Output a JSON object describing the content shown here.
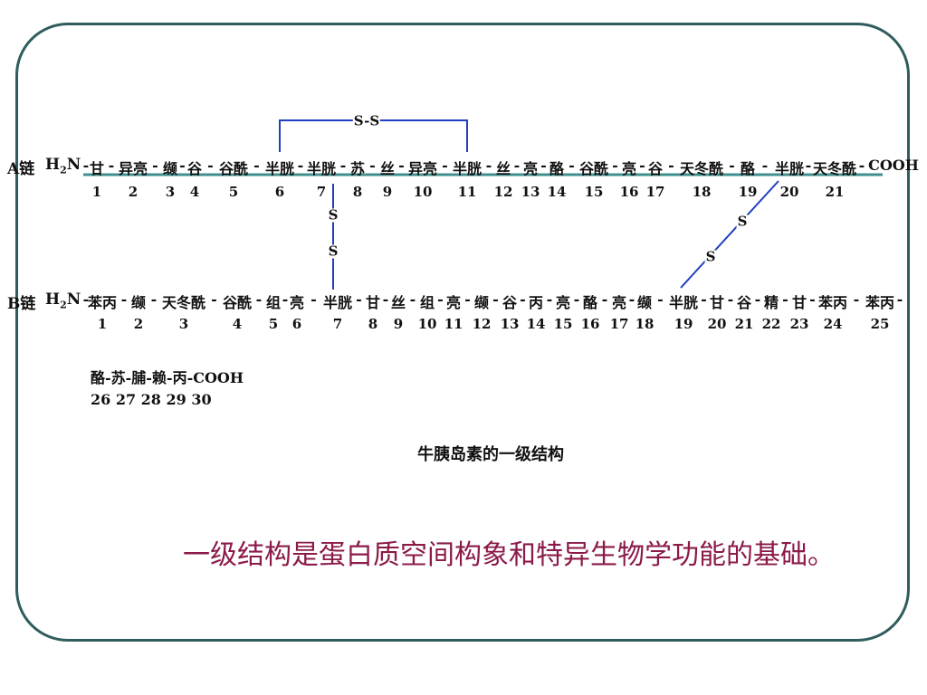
{
  "chainA": {
    "label": "A链",
    "n_term": "H",
    "n_term_sub": "2",
    "n_term_end": "N",
    "residues": [
      "甘",
      "异亮",
      "缬",
      "谷",
      "谷酰",
      "半胱",
      "半胱",
      "苏",
      "丝",
      "异亮",
      "半胱",
      "丝",
      "亮",
      "酪",
      "谷酰",
      "亮",
      "谷",
      "天冬酰",
      "酪",
      "半胱",
      "天冬酰"
    ],
    "c_term": "COOH",
    "numbers": [
      "1",
      "2",
      "3",
      "4",
      "5",
      "6",
      "7",
      "8",
      "9",
      "10",
      "11",
      "12",
      "13",
      "14",
      "15",
      "16",
      "17",
      "18",
      "19",
      "20",
      "21"
    ]
  },
  "chainB": {
    "label": "B链",
    "n_term": "H",
    "n_term_sub": "2",
    "n_term_end": "N",
    "residues": [
      "苯丙",
      "缬",
      "天冬酰",
      "谷酰",
      "组",
      "亮",
      "半胱",
      "甘",
      "丝",
      "组",
      "亮",
      "缬",
      "谷",
      "丙",
      "亮",
      "酪",
      "亮",
      "缬",
      "半胱",
      "甘",
      "谷",
      "精",
      "甘",
      "苯丙",
      "苯丙"
    ],
    "numbers": [
      "1",
      "2",
      "3",
      "4",
      "5",
      "6",
      "7",
      "8",
      "9",
      "10",
      "11",
      "12",
      "13",
      "14",
      "15",
      "16",
      "17",
      "18",
      "19",
      "20",
      "21",
      "22",
      "23",
      "24",
      "25"
    ],
    "tail_residues": "酪-苏-脯-赖-丙-COOH",
    "tail_numbers": "26 27 28 29 30"
  },
  "bonds": {
    "intra_label": "S-S",
    "inter1_top": "S",
    "inter1_bottom": "S",
    "inter2_top": "S",
    "inter2_bottom": "S",
    "bond_color": "#1f3fbf"
  },
  "caption": "牛胰岛素的一级结构",
  "statement": "一级结构是蛋白质空间构象和特异生物学功能的基础。",
  "colors": {
    "frame": "#2f5d5c",
    "statement": "#8b1a4a"
  }
}
